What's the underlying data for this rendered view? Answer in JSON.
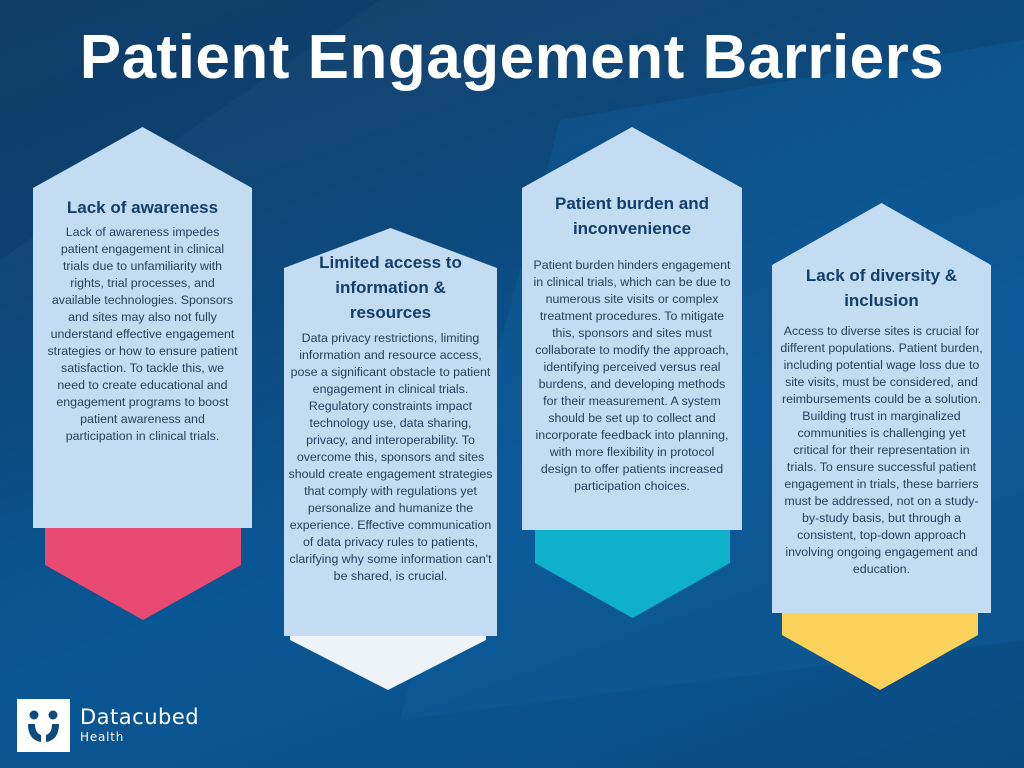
{
  "title": "Patient Engagement Barriers",
  "colors": {
    "card": "#c4dcf1",
    "pink": "#e84a72",
    "white": "#eef3f8",
    "teal": "#0fb0c9",
    "yellow": "#fdd25a"
  },
  "cards": [
    {
      "heading": "Lack of awareness",
      "body": "Lack of awareness impedes patient engagement in clinical trials due to unfamiliarity with rights, trial processes, and available technologies. Sponsors and sites may also not fully understand effective engagement strategies or how to ensure patient satisfaction. To tackle this, we need to create educational and engagement programs to boost patient awareness and participation in clinical trials."
    },
    {
      "heading": "Limited access to information & resources",
      "body": "Data privacy restrictions, limiting information and resource access, pose a significant obstacle to patient engagement in clinical trials. Regulatory constraints impact technology use, data sharing, privacy, and interoperability. To overcome this, sponsors and sites should create engagement strategies that comply with regulations yet personalize and humanize the experience. Effective communication of data privacy rules to patients, clarifying why some information can't be shared, is crucial."
    },
    {
      "heading": "Patient burden and inconvenience",
      "body": "Patient burden hinders engagement in clinical trials, which can be due to numerous site visits or complex treatment procedures.  To mitigate this, sponsors and sites must collaborate to modify the approach, identifying perceived versus real burdens, and developing methods for their measurement. A system should be set up to collect and incorporate feedback into planning, with more flexibility in protocol design to offer patients increased participation choices."
    },
    {
      "heading": "Lack of diversity & inclusion",
      "body": "Access to diverse sites is crucial for different populations. Patient burden, including potential wage loss due to site visits, must be considered, and reimbursements could be a solution. Building trust in marginalized communities is challenging yet critical for their representation in trials. To ensure successful patient engagement in trials, these barriers must be addressed, not on a study-by-study basis, but through a consistent, top-down approach involving ongoing engagement and education."
    }
  ],
  "brand": {
    "name": "Datacubed",
    "sub": "Health"
  }
}
